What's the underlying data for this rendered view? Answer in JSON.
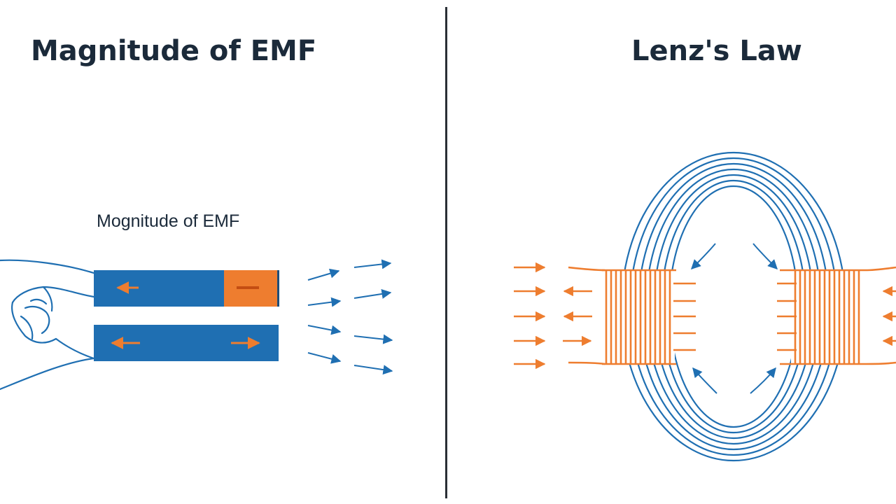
{
  "left_panel": {
    "title": "Magnitude of EMF",
    "subtitle": "Mognitude of EMF"
  },
  "right_panel": {
    "title": "Lenz's Law"
  },
  "colors": {
    "blue": "#1f6fb2",
    "orange": "#ee7d2f",
    "text": "#1b2a3a",
    "divider": "#2a2f36"
  }
}
